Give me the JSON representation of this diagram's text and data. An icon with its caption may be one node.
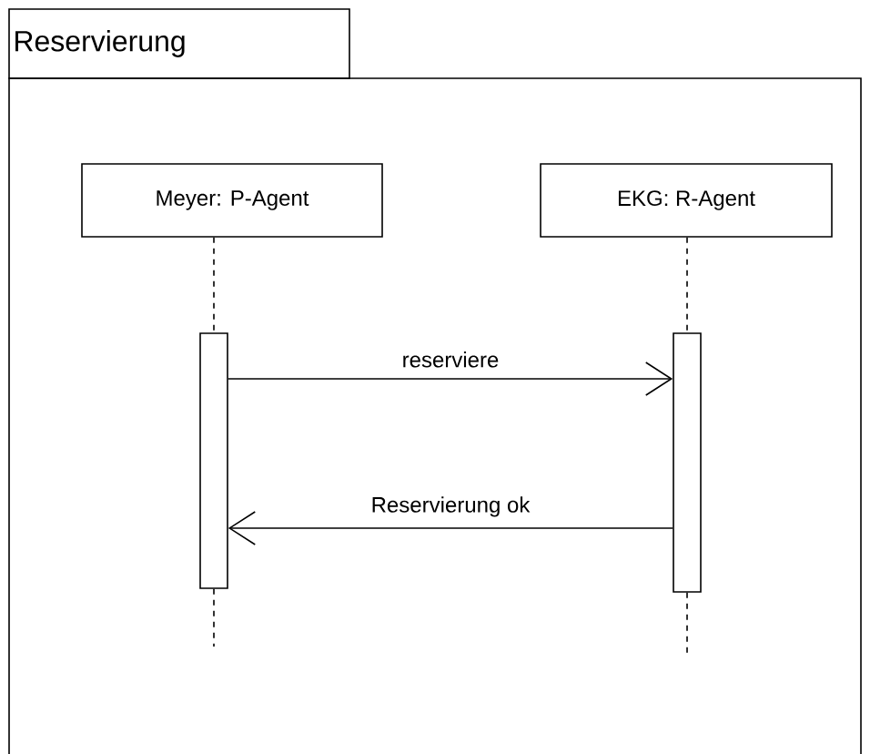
{
  "diagram": {
    "nodes": [
      {
        "text": [
          "Reservierung"
        ]
      },
      {
        "text": [
          "Meyer: P-Agent"
        ],
        "in": 0
      },
      {
        "text": [
          "EKG: R-Agent"
        ],
        "in": 0
      },
      {
        "text": [],
        "shape": "bar",
        "in": 0
      },
      {
        "text": [],
        "shape": "bar",
        "in": 0
      }
    ],
    "edges": [
      {
        "from": 1,
        "to": 3,
        "arrow": "none",
        "style": "dashed"
      },
      {
        "from": 2,
        "to": 4,
        "arrow": "none",
        "style": "dashed"
      },
      {
        "from": 3,
        "to": 4,
        "arrow": "to",
        "label": "reserviere"
      },
      {
        "from": 4,
        "to": 3,
        "arrow": "to",
        "label": "Reservierung ok"
      }
    ]
  }
}
